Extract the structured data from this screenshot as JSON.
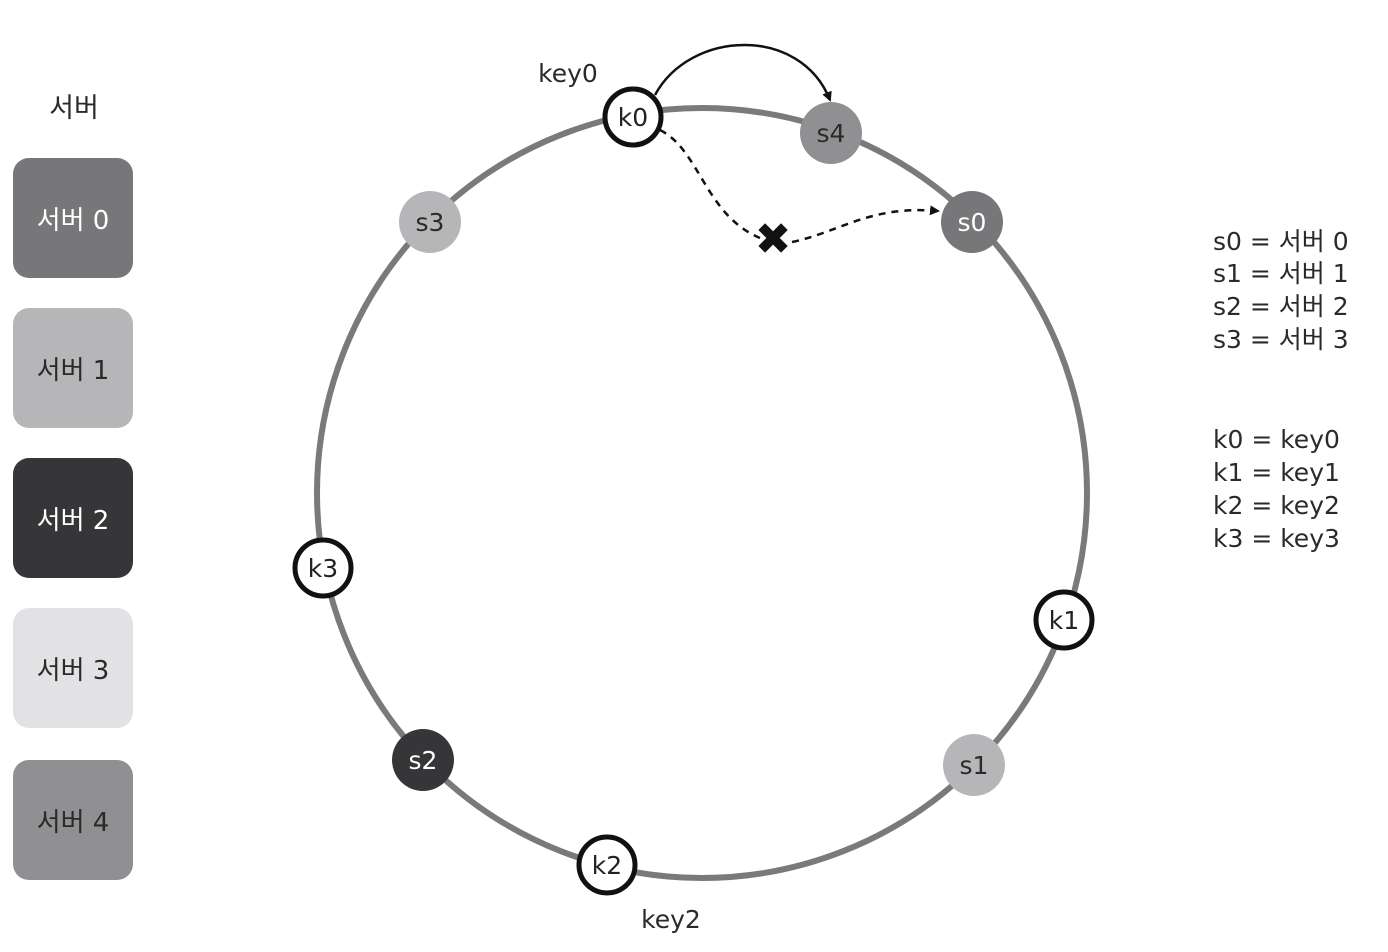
{
  "servers_panel": {
    "heading": "서버",
    "servers": [
      {
        "label": "서버 0",
        "color": "#77777a",
        "text_color": "#ffffff"
      },
      {
        "label": "서버 1",
        "color": "#b6b6b8",
        "text_color": "#2a2a2a"
      },
      {
        "label": "서버 2",
        "color": "#363638",
        "text_color": "#ffffff"
      },
      {
        "label": "서버 3",
        "color": "#e2e2e4",
        "text_color": "#2a2a2a"
      },
      {
        "label": "서버 4",
        "color": "#909093",
        "text_color": "#2a2a2a"
      }
    ]
  },
  "ring": {
    "stroke_color": "#7a7a7d",
    "servers": [
      {
        "id": "s0",
        "fill": "#77777a",
        "text_color": "#ffffff"
      },
      {
        "id": "s1",
        "fill": "#b6b6b8",
        "text_color": "#2a2a2a"
      },
      {
        "id": "s2",
        "fill": "#363638",
        "text_color": "#ffffff"
      },
      {
        "id": "s3",
        "fill": "#b6b6b8",
        "text_color": "#2a2a2a"
      },
      {
        "id": "s4",
        "fill": "#909093",
        "text_color": "#2a2a2a"
      }
    ],
    "keys": [
      {
        "id": "k0",
        "caption": "key0"
      },
      {
        "id": "k1",
        "caption": ""
      },
      {
        "id": "k2",
        "caption": "key2"
      },
      {
        "id": "k3",
        "caption": ""
      }
    ],
    "old_path_marker": "✖"
  },
  "legend": {
    "server_lines": [
      "s0 = 서버 0",
      "s1 = 서버 1",
      "s2 = 서버 2",
      "s3 = 서버 3"
    ],
    "key_lines": [
      "k0 = key0",
      "k1 = key1",
      "k2 = key2",
      "k3 = key3"
    ]
  }
}
